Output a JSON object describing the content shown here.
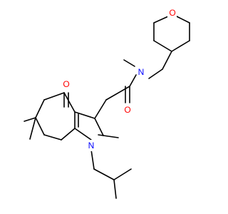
{
  "colors": {
    "bond": "#000000",
    "oxygen": "#ff0000",
    "nitrogen": "#0000ff",
    "background": "#ffffff"
  },
  "atoms": {
    "ring_oxygen": "O",
    "ketone_oxygen": "O",
    "amide_oxygen": "O",
    "amide_nitrogen": "N",
    "indole_nitrogen": "N"
  }
}
